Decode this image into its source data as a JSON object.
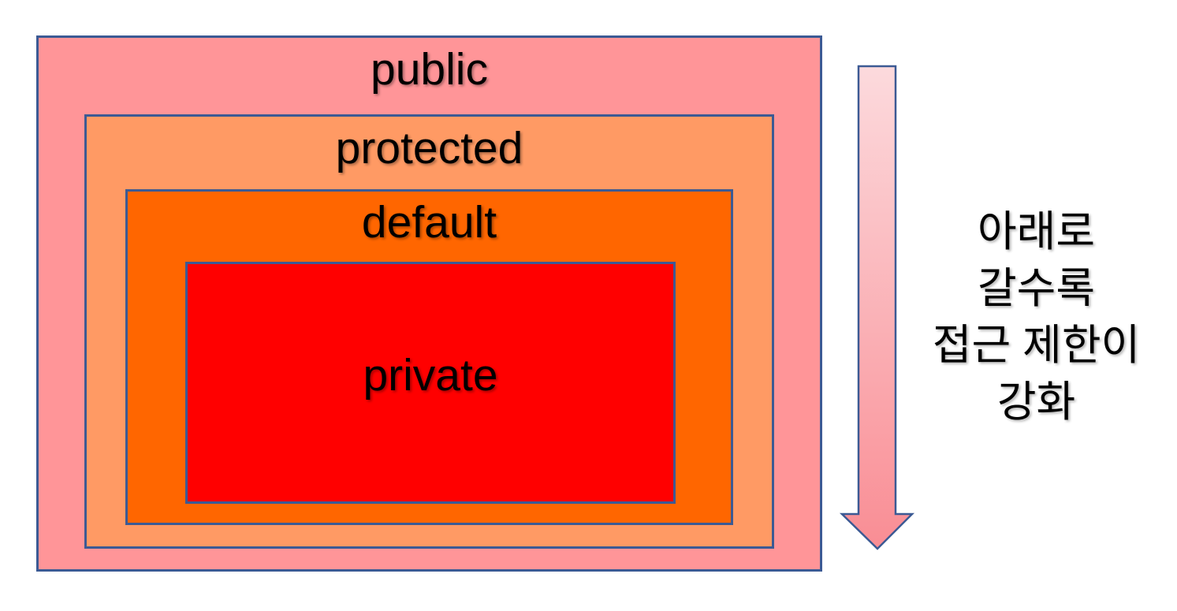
{
  "diagram": {
    "title": "access-modifier-nesting",
    "border_color": "#3c5a94",
    "layers": [
      {
        "label": "public",
        "color": "#ff9598"
      },
      {
        "label": "protected",
        "color": "#ff9a64"
      },
      {
        "label": "default",
        "color": "#ff6600"
      },
      {
        "label": "private",
        "color": "#ff0000"
      }
    ],
    "arrow": {
      "direction": "down",
      "gradient_top": "#fcdadd",
      "gradient_bottom": "#f98d94",
      "border_color": "#3c5a94"
    },
    "annotation": {
      "full_text": "아래로 갈수록 접근 제한이 강화",
      "lines": [
        "아래로",
        "갈수록",
        "접근 제한이",
        "강화"
      ]
    }
  }
}
